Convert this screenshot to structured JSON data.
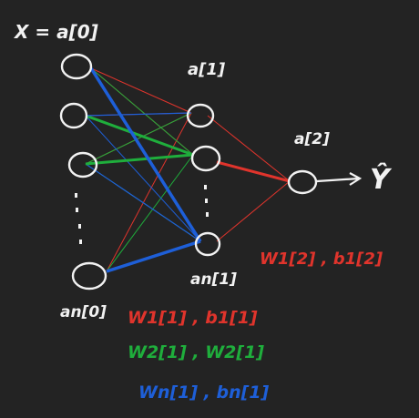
{
  "colors": {
    "background": "#232323",
    "chalk": "#f2f2f2",
    "red": "#e0342c",
    "green": "#1fae3c",
    "blue": "#1e5fd8"
  },
  "labels": {
    "input_eq": "X = a[0]",
    "hidden_layer": "a[1]",
    "output_layer": "a[2]",
    "output_y": "Ŷ",
    "input_last": "an[0]",
    "hidden_last": "an[1]",
    "out_params": "W1[2] , b1[2]",
    "red_params": "W1[1] , b1[1]",
    "green_params": "W2[1] , W2[1]",
    "blue_params": "Wn[1] , bn[1]"
  }
}
